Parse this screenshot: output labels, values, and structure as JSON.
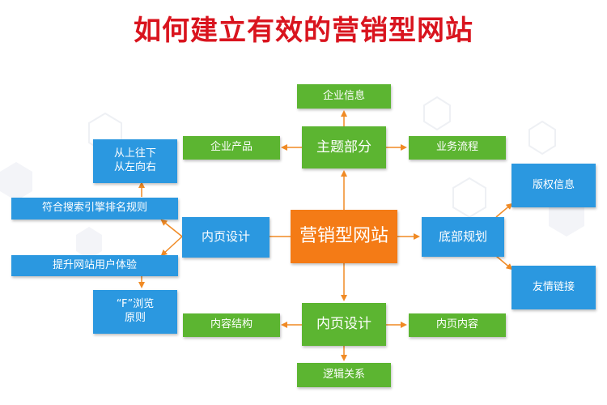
{
  "title": "如何建立有效的营销型网站",
  "colors": {
    "green": "#5cb531",
    "blue": "#2b98e0",
    "orange": "#f47b16",
    "title_red": "#d9141e",
    "arrow": "#f08a24"
  },
  "center": "营销型网站",
  "top": {
    "main": "主题部分",
    "up": "企业信息",
    "left": "企业产品",
    "right": "业务流程"
  },
  "bottom": {
    "main": "内页设计",
    "down": "逻辑关系",
    "left": "内容结构",
    "right": "内页内容"
  },
  "left": {
    "main": "内页设计",
    "upper_bar": "符合搜索引擎排名规则",
    "upper_box": [
      "从上往下",
      "从左向右"
    ],
    "lower_bar": "提升网站用户体验",
    "lower_box": [
      "“F”浏览",
      "原则"
    ]
  },
  "right": {
    "main": "底部规划",
    "upper": "版权信息",
    "lower": "友情链接"
  }
}
